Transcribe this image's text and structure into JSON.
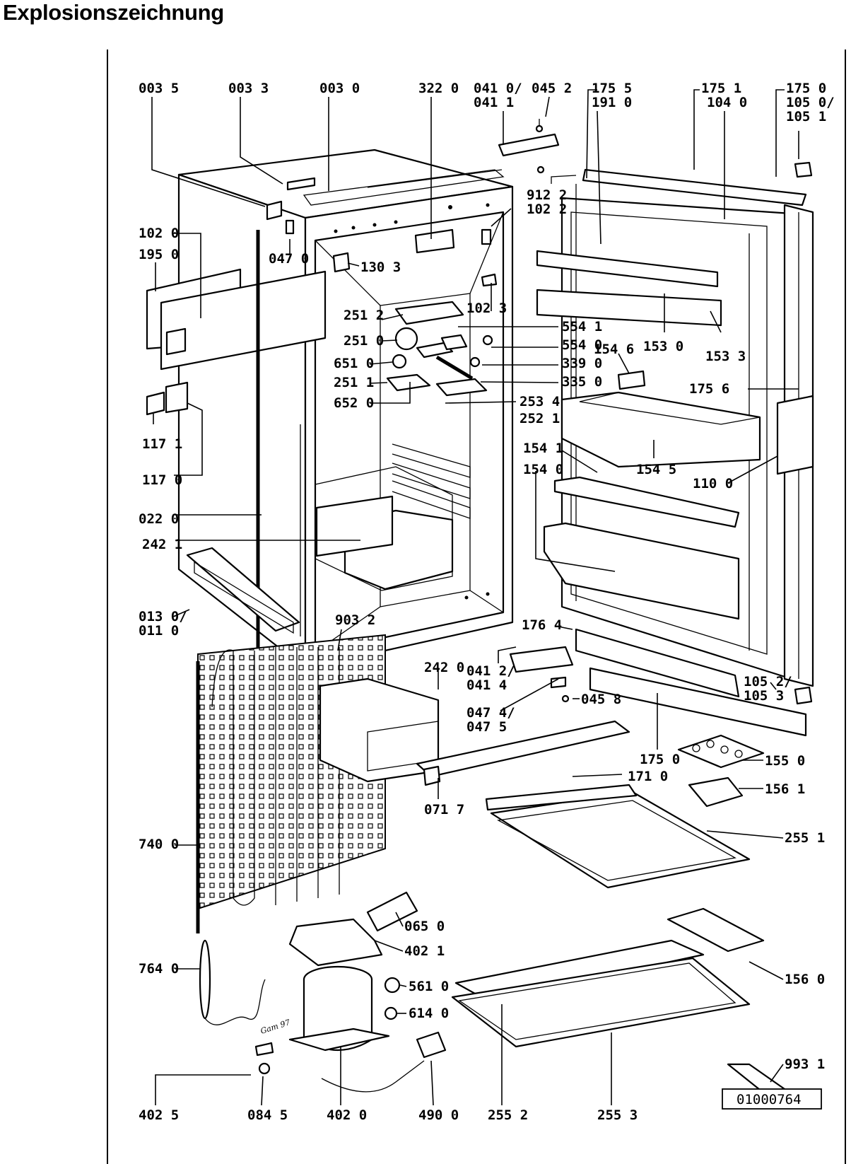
{
  "title": "Explosionszeichnung",
  "drawing_ref": "01000764",
  "signature_text": "Gam 97",
  "parts": [
    {
      "id": "p0035",
      "text": "003 5"
    },
    {
      "id": "p0033",
      "text": "003 3"
    },
    {
      "id": "p0030",
      "text": "003 0"
    },
    {
      "id": "p3220",
      "text": "322 0"
    },
    {
      "id": "p0410a",
      "text": "041 0/"
    },
    {
      "id": "p0410b",
      "text": "041 1"
    },
    {
      "id": "p0452",
      "text": "045 2"
    },
    {
      "id": "p1755",
      "text": "175 5"
    },
    {
      "id": "p1910",
      "text": "191 0"
    },
    {
      "id": "p1751",
      "text": "175 1"
    },
    {
      "id": "p1040",
      "text": "104 0"
    },
    {
      "id": "p1750top",
      "text": "175 0"
    },
    {
      "id": "p1050a",
      "text": "105 0/"
    },
    {
      "id": "p1050b",
      "text": "105 1"
    },
    {
      "id": "p9122",
      "text": "912 2"
    },
    {
      "id": "p1022",
      "text": "102 2"
    },
    {
      "id": "p1020",
      "text": "102 0"
    },
    {
      "id": "p1950",
      "text": "195 0"
    },
    {
      "id": "p0470",
      "text": "047 0"
    },
    {
      "id": "p1303",
      "text": "130 3"
    },
    {
      "id": "p1023",
      "text": "102 3"
    },
    {
      "id": "p2512",
      "text": "251 2"
    },
    {
      "id": "p5541",
      "text": "554 1"
    },
    {
      "id": "p2510",
      "text": "251 0"
    },
    {
      "id": "p5540",
      "text": "554 0"
    },
    {
      "id": "p1546",
      "text": "154 6"
    },
    {
      "id": "p1530",
      "text": "153 0"
    },
    {
      "id": "p1533",
      "text": "153 3"
    },
    {
      "id": "p6510",
      "text": "651 0"
    },
    {
      "id": "p3390",
      "text": "339 0"
    },
    {
      "id": "p2511",
      "text": "251 1"
    },
    {
      "id": "p3350",
      "text": "335 0"
    },
    {
      "id": "p1756",
      "text": "175 6"
    },
    {
      "id": "p6520",
      "text": "652 0"
    },
    {
      "id": "p2534",
      "text": "253 4"
    },
    {
      "id": "p2521",
      "text": "252 1"
    },
    {
      "id": "p1171",
      "text": "117 1"
    },
    {
      "id": "p1541",
      "text": "154 1"
    },
    {
      "id": "p1540",
      "text": "154 0"
    },
    {
      "id": "p1545",
      "text": "154 5"
    },
    {
      "id": "p1100",
      "text": "110 0"
    },
    {
      "id": "p1170",
      "text": "117 0"
    },
    {
      "id": "p0220",
      "text": "022 0"
    },
    {
      "id": "p2421",
      "text": "242 1"
    },
    {
      "id": "p0130",
      "text": "013 0/"
    },
    {
      "id": "p0110",
      "text": "011 0"
    },
    {
      "id": "p9032",
      "text": "903 2"
    },
    {
      "id": "p1764",
      "text": "176 4"
    },
    {
      "id": "p2420",
      "text": "242 0"
    },
    {
      "id": "p0412",
      "text": "041 2/"
    },
    {
      "id": "p0414",
      "text": "041 4"
    },
    {
      "id": "p1052",
      "text": "105 2/"
    },
    {
      "id": "p1053",
      "text": "105 3"
    },
    {
      "id": "p0474",
      "text": "047 4/"
    },
    {
      "id": "p0475",
      "text": "047 5"
    },
    {
      "id": "p0458",
      "text": "045 8"
    },
    {
      "id": "p1750b",
      "text": "175 0"
    },
    {
      "id": "p1550",
      "text": "155 0"
    },
    {
      "id": "p1710",
      "text": "171 0"
    },
    {
      "id": "p1561",
      "text": "156 1"
    },
    {
      "id": "p0717",
      "text": "071 7"
    },
    {
      "id": "p7400",
      "text": "740 0"
    },
    {
      "id": "p2551",
      "text": "255 1"
    },
    {
      "id": "p0650",
      "text": "065 0"
    },
    {
      "id": "p4021",
      "text": "402 1"
    },
    {
      "id": "p7640",
      "text": "764 0"
    },
    {
      "id": "p5610",
      "text": "561 0"
    },
    {
      "id": "p1560",
      "text": "156 0"
    },
    {
      "id": "p6140",
      "text": "614 0"
    },
    {
      "id": "p9931",
      "text": "993 1"
    },
    {
      "id": "p4025",
      "text": "402 5"
    },
    {
      "id": "p0845",
      "text": "084 5"
    },
    {
      "id": "p4020",
      "text": "402 0"
    },
    {
      "id": "p4900",
      "text": "490 0"
    },
    {
      "id": "p2552",
      "text": "255 2"
    },
    {
      "id": "p2553",
      "text": "255 3"
    }
  ]
}
